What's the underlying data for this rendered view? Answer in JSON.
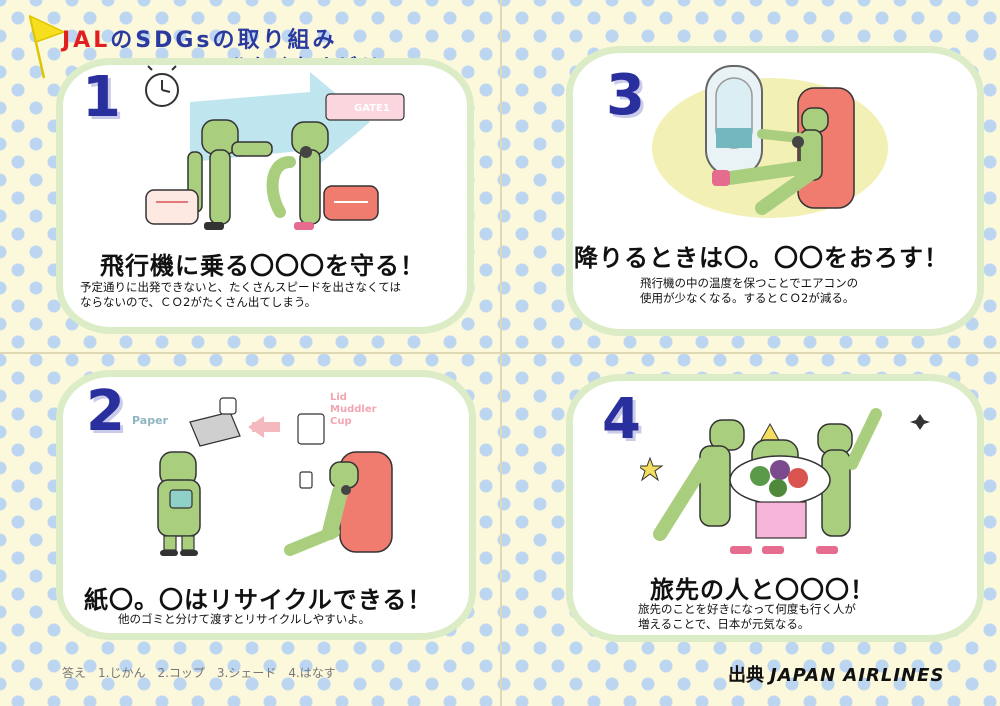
{
  "header": {
    "brand": "JAL",
    "title_rest": "のSDGsの取り組み",
    "subtitle": "＃かくれナビリティ"
  },
  "cards": [
    {
      "number": "1",
      "title": "飛行機に乗る〇〇〇を守る！",
      "description": "予定通りに出発できないと、たくさんスピードを出さなくては\nならないので、ＣＯ2がたくさん出てしまう。",
      "illustration_text": "GATE1"
    },
    {
      "number": "2",
      "title": "紙〇。〇はリサイクルできる！",
      "description": "他のゴミと分けて渡すとリサイクルしやすいよ。",
      "label_paper": "Paper",
      "label_lid": "Lid",
      "label_muddler": "Muddler",
      "label_cup": "Cup"
    },
    {
      "number": "3",
      "title": "降りるときは〇。〇〇をおろす！",
      "description": "飛行機の中の温度を保つことでエアコンの\n使用が少なくなる。するとＣＯ2が減る。"
    },
    {
      "number": "4",
      "title": "旅先の人と〇〇〇！",
      "description": "旅先のことを好きになって何度も行く人が\n増えることで、日本が元気なる。"
    }
  ],
  "footer": {
    "answers": "答え　1.じかん　2.コップ　3.シェード　4.はなす",
    "source_label": "出典",
    "source_name": "JAPAN  AIRLINES"
  },
  "colors": {
    "number": "#2a2f9e",
    "header": "#2b3a9e",
    "brand_red": "#e02020",
    "character": "#a9cf7e",
    "panel_border": "#dcecc6"
  }
}
